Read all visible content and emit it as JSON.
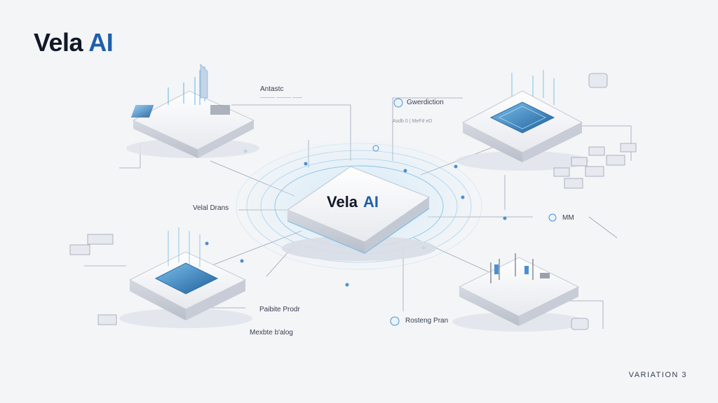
{
  "brand": {
    "name": "Vela",
    "accent": "AI"
  },
  "hub": {
    "name": "Vela",
    "accent": "AI"
  },
  "labels": {
    "top_left": "Antastc",
    "top_right": "Gwerdiction",
    "left_mid": "Velal Drans",
    "right_mid": "MM",
    "bottom_left": "Paibite Prodr",
    "bottom_left_sub": "Mexbte b'alog",
    "bottom_right": "Rosteng Pran",
    "top_right_sub": "Asdb 0 | MeFd eD"
  },
  "footer": {
    "variation": "VARIATION 3"
  },
  "colors": {
    "accent": "#1f5fa8",
    "glow": "#5ab2e6",
    "text": "#111827"
  }
}
